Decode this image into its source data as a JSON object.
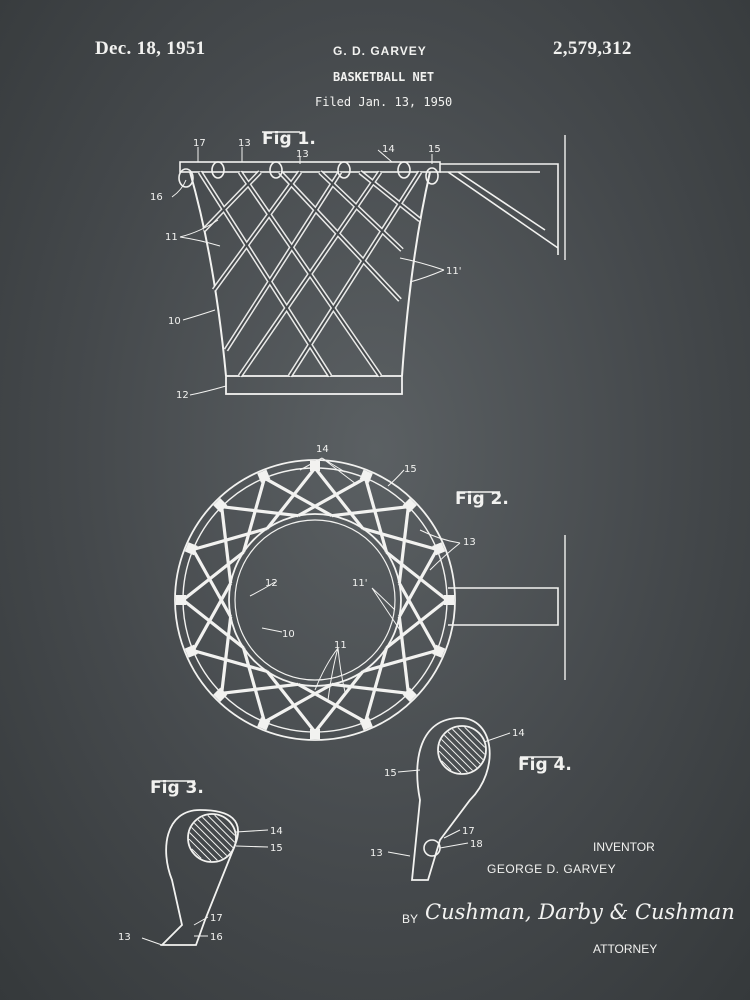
{
  "header": {
    "date": "Dec. 18, 1951",
    "patent_number": "2,579,312",
    "inventor_short": "G. D. GARVEY",
    "title": "BASKETBALL NET",
    "filed": "Filed Jan. 13, 1950"
  },
  "figures": {
    "fig1": "Fig 1.",
    "fig2": "Fig 2.",
    "fig3": "Fig 3.",
    "fig4": "Fig 4."
  },
  "labels": {
    "fig1": [
      "17",
      "13",
      "13",
      "14",
      "15",
      "16",
      "11",
      "11'",
      "10",
      "12"
    ],
    "fig2": [
      "14",
      "15",
      "13",
      "12",
      "11'",
      "10",
      "11"
    ],
    "fig3": [
      "14",
      "15",
      "17",
      "13",
      "16"
    ],
    "fig4": [
      "14",
      "15",
      "17",
      "18",
      "13"
    ]
  },
  "footer": {
    "inventor_label": "INVENTOR",
    "inventor_name": "GEORGE D. GARVEY",
    "by": "BY",
    "attorney_signature": "Cushman, Darby & Cushman",
    "attorney_label": "ATTORNEY"
  },
  "colors": {
    "background": "#45494c",
    "ink": "#f2f2f0"
  }
}
